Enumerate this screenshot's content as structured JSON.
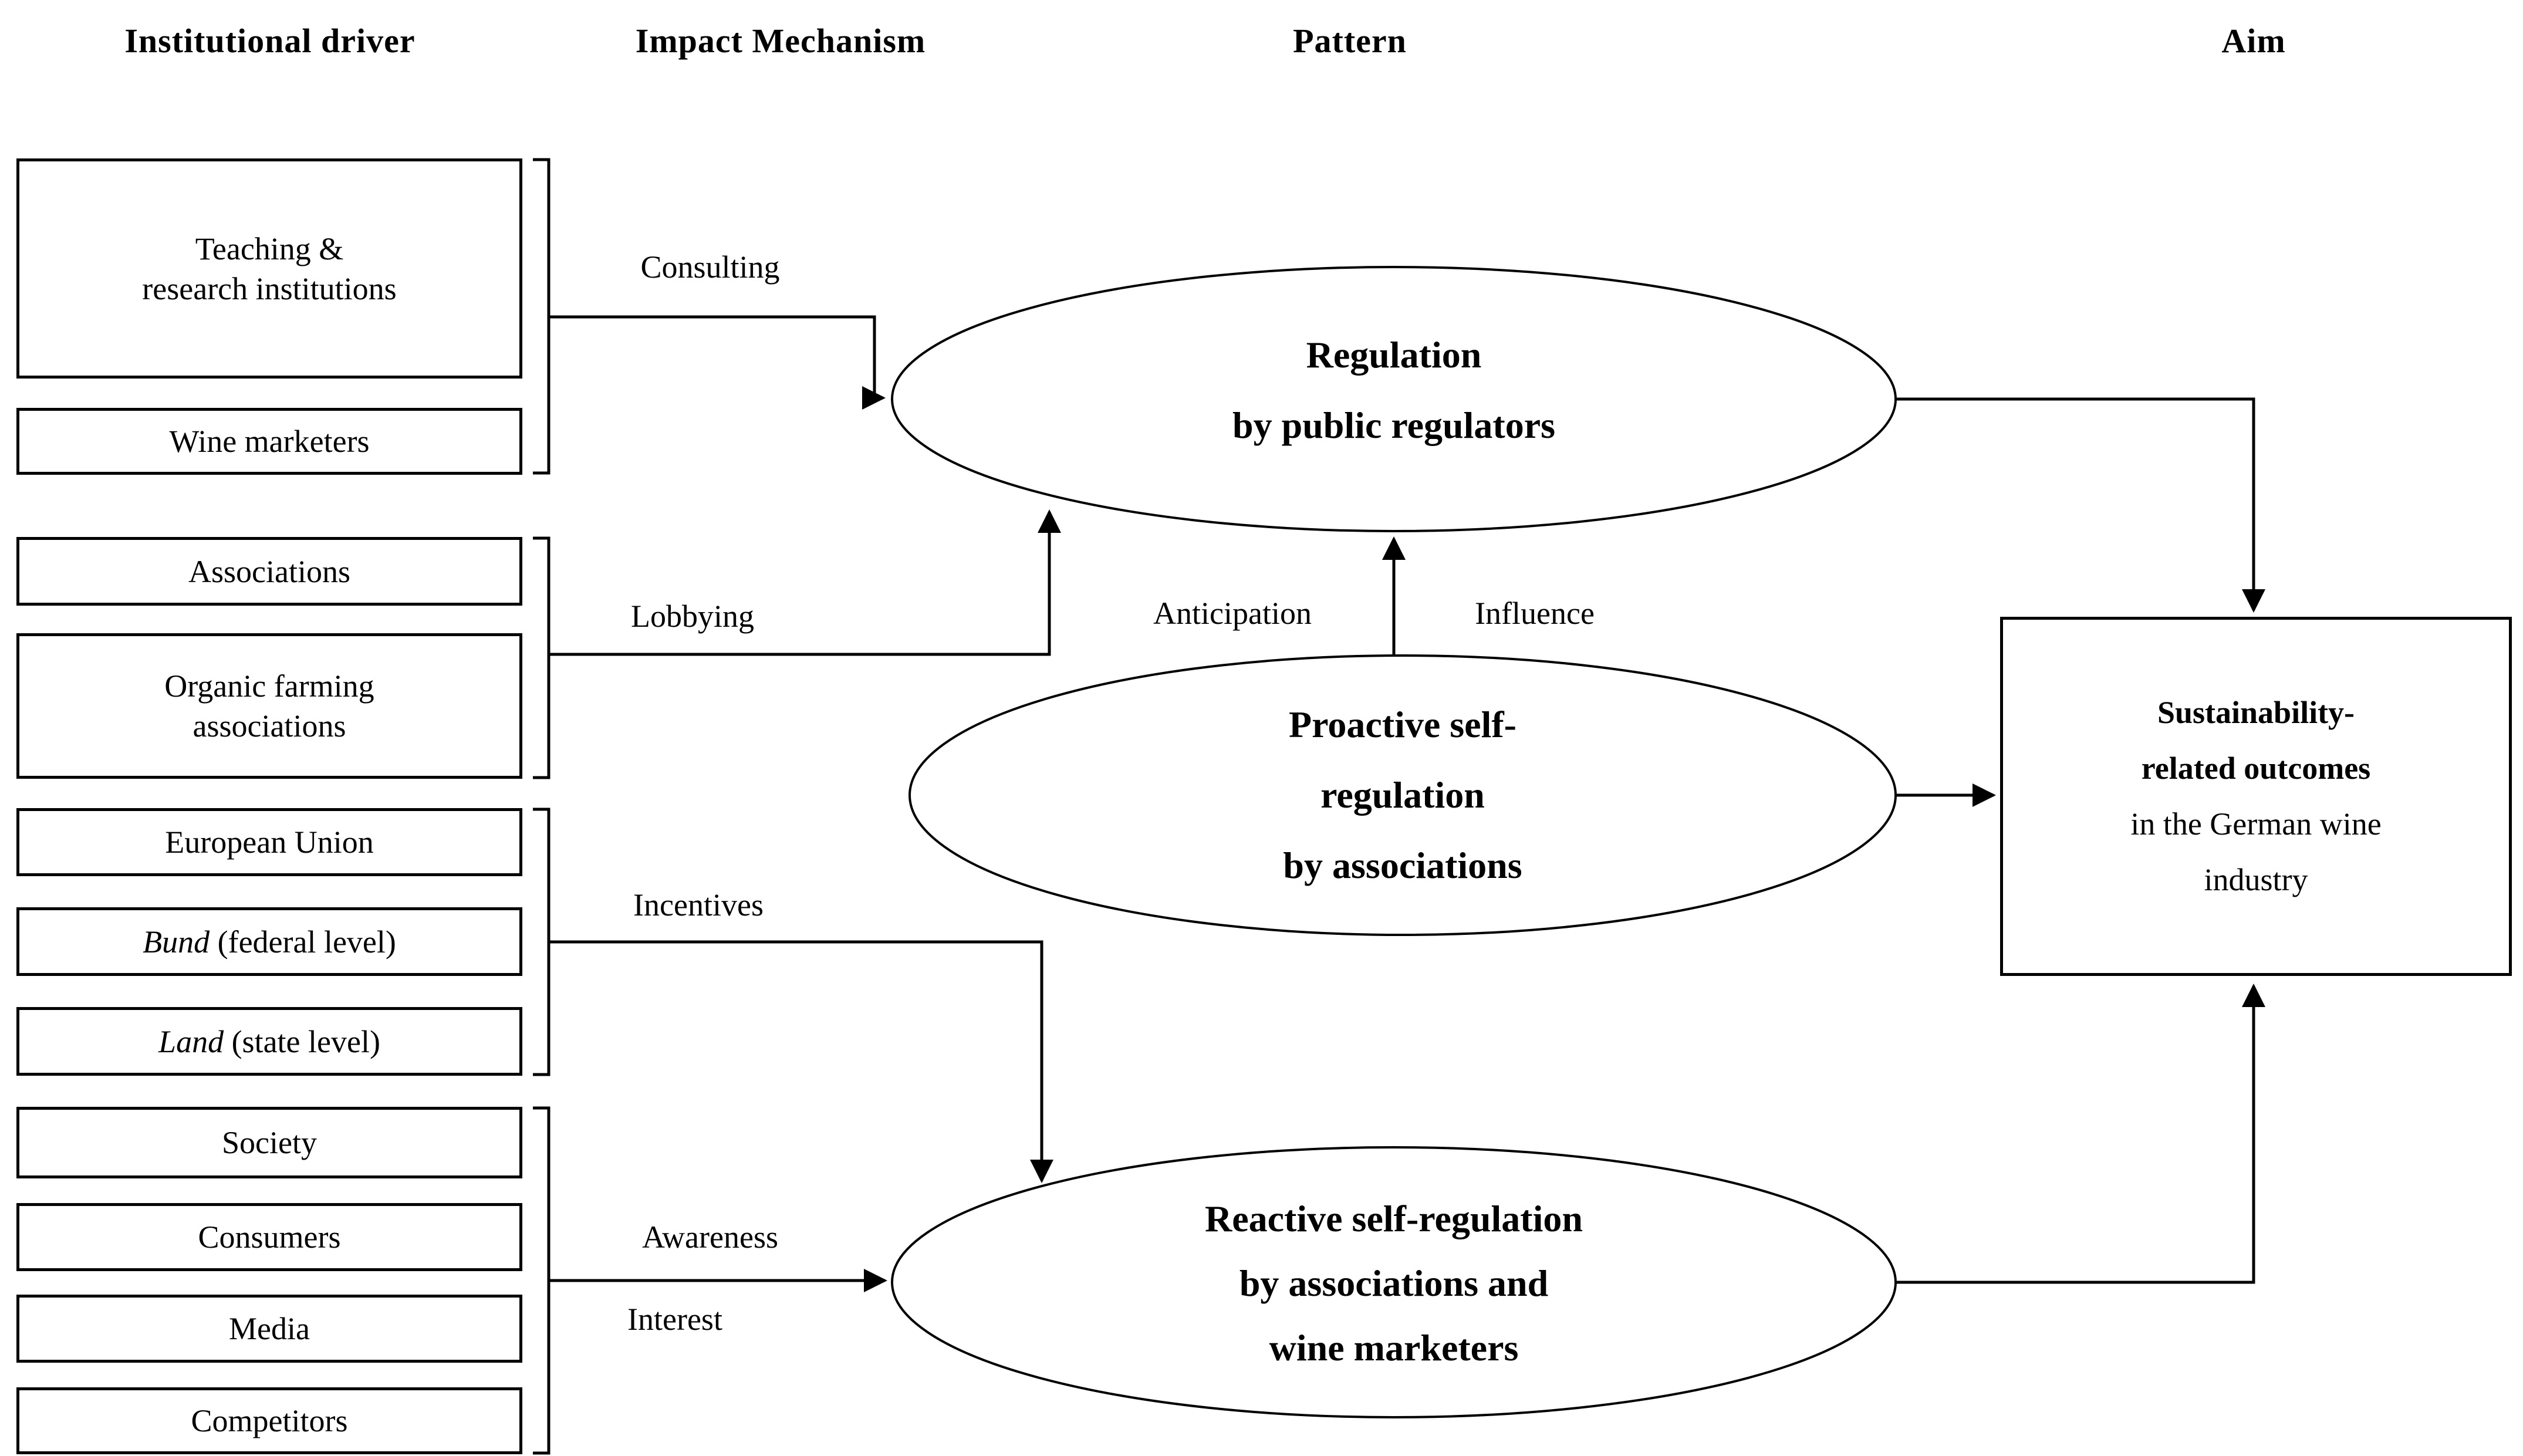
{
  "headers": {
    "institutional_driver": "Institutional driver",
    "impact_mechanism": "Impact Mechanism",
    "pattern": "Pattern",
    "aim": "Aim"
  },
  "drivers": {
    "teaching": {
      "line1": "Teaching &",
      "line2": "research institutions"
    },
    "wine_marketers": "Wine marketers",
    "associations": "Associations",
    "organic": {
      "line1": "Organic farming",
      "line2": "associations"
    },
    "european_union": "European Union",
    "bund": {
      "italic": "Bund",
      "rest": " (federal level)"
    },
    "land": {
      "italic": "Land",
      "rest": " (state level)"
    },
    "society": "Society",
    "consumers": "Consumers",
    "media": "Media",
    "competitors": "Competitors"
  },
  "mechanisms": {
    "consulting": "Consulting",
    "lobbying": "Lobbying",
    "incentives": "Incentives",
    "awareness": "Awareness",
    "interest": "Interest",
    "anticipation": "Anticipation",
    "influence": "Influence"
  },
  "patterns": {
    "regulation": {
      "line1": "Regulation",
      "line2": "by public regulators"
    },
    "proactive": {
      "line1": "Proactive self-",
      "line2": "regulation",
      "line3": "by associations"
    },
    "reactive": {
      "line1": "Reactive self-regulation",
      "line2": "by associations and",
      "line3": "wine marketers"
    }
  },
  "aim_box": {
    "line1": "Sustainability-",
    "line2": "related outcomes",
    "line3": "in the German wine",
    "line4": "industry"
  },
  "colors": {
    "ink": "#000000",
    "background": "#ffffff"
  }
}
